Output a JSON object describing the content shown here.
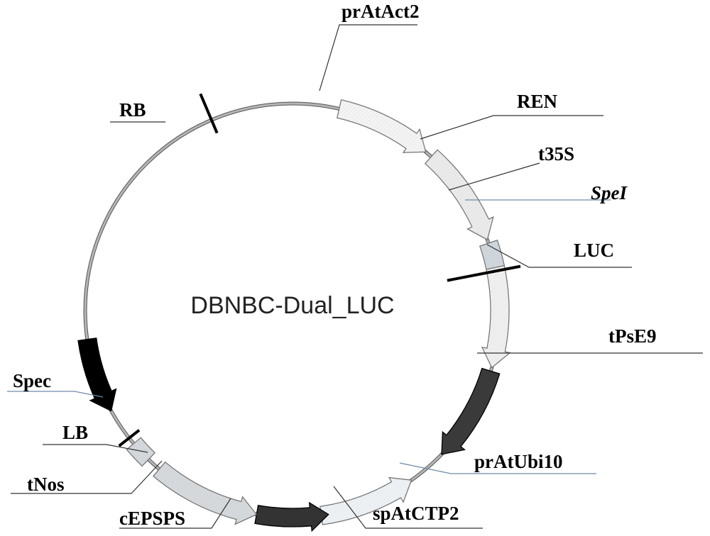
{
  "plasmid": {
    "name": "DBNBC-Dual_LUC",
    "features": [
      {
        "id": "prAtAct2",
        "label": "prAtAct2",
        "kind": "promoter",
        "start_deg": 13,
        "end_deg": 40,
        "direction": "cw",
        "fill": "#f4f4f4"
      },
      {
        "id": "REN",
        "label": "REN",
        "kind": "cds",
        "start_deg": 42,
        "end_deg": 70,
        "direction": "cw",
        "fill": "#ebebeb"
      },
      {
        "id": "t35S",
        "label": "t35S",
        "kind": "terminator",
        "start_deg": 71,
        "end_deg": 78,
        "direction": "none",
        "fill": "#cfd6dc"
      },
      {
        "id": "LUC",
        "label": "LUC",
        "kind": "cds",
        "start_deg": 78,
        "end_deg": 106,
        "direction": "cw",
        "fill": "#f0f0f0"
      },
      {
        "id": "tPsE9",
        "label": "tPsE9",
        "kind": "terminator",
        "start_deg": 107,
        "end_deg": 134,
        "direction": "cw",
        "fill": "#3a3a3a"
      },
      {
        "id": "prAtUbi10",
        "label": "prAtUbi10",
        "kind": "promoter",
        "start_deg": 145,
        "end_deg": 172,
        "direction": "ccw",
        "fill": "#eef2f5"
      },
      {
        "id": "spAtCTP2",
        "label": "spAtCTP2",
        "kind": "signal",
        "start_deg": 170,
        "end_deg": 190,
        "direction": "ccw",
        "fill": "#333333"
      },
      {
        "id": "cEPSPS",
        "label": "cEPSPS",
        "kind": "cds",
        "start_deg": 190,
        "end_deg": 220,
        "direction": "ccw",
        "fill": "#d6d9dc"
      },
      {
        "id": "tNos",
        "label": "tNos",
        "kind": "terminator",
        "start_deg": 224,
        "end_deg": 230,
        "direction": "none",
        "fill": "#d4d8dc"
      },
      {
        "id": "Spec",
        "label": "Spec",
        "kind": "marker",
        "start_deg": 241,
        "end_deg": 262,
        "direction": "ccw",
        "fill": "#000000"
      }
    ],
    "sites": [
      {
        "id": "RB",
        "label": "RB",
        "angle_deg": 337
      },
      {
        "id": "SpeI",
        "label": "SpeI",
        "angle_deg": 79,
        "italic": true
      },
      {
        "id": "LB",
        "label": "LB",
        "angle_deg": 232
      }
    ]
  }
}
